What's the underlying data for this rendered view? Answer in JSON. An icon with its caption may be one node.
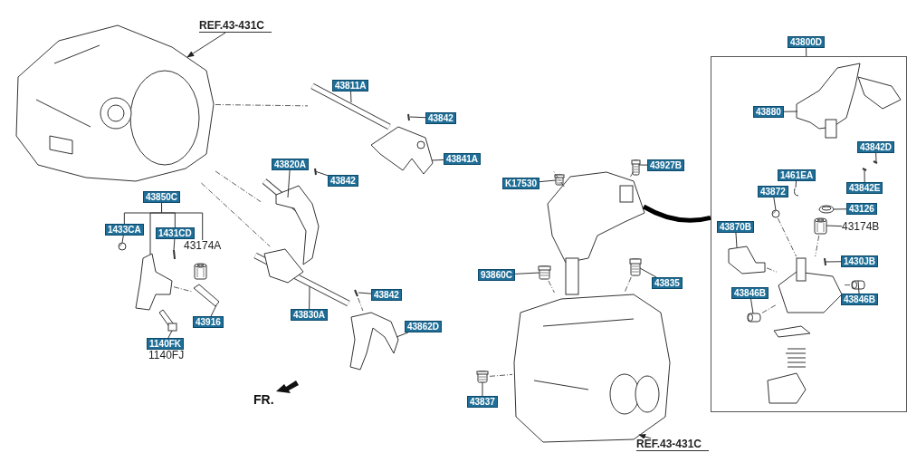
{
  "diagram": {
    "nodes": [
      {
        "text": [
          "REF.43-431C"
        ]
      },
      {
        "text": [
          "43811A"
        ]
      },
      {
        "text": [
          "43842"
        ]
      },
      {
        "text": [
          "43841A"
        ]
      },
      {
        "text": [
          "43820A"
        ]
      },
      {
        "text": [
          "43842"
        ]
      },
      {
        "text": [
          "43850C"
        ]
      },
      {
        "text": [
          "1433CA"
        ]
      },
      {
        "text": [
          "1431CD"
        ]
      },
      {
        "text": [
          "43174A"
        ]
      },
      {
        "text": [
          "43916"
        ]
      },
      {
        "text": [
          "1140FK"
        ]
      },
      {
        "text": [
          "1140FJ"
        ]
      },
      {
        "text": [
          "43830A"
        ]
      },
      {
        "text": [
          "43842"
        ]
      },
      {
        "text": [
          "43862D"
        ]
      },
      {
        "text": [
          "K17530"
        ]
      },
      {
        "text": [
          "43927B"
        ]
      },
      {
        "text": [
          "93860C"
        ]
      },
      {
        "text": [
          "43835"
        ]
      },
      {
        "text": [
          "43837"
        ]
      },
      {
        "text": [
          "REF.43-431C"
        ]
      },
      {
        "text": [
          "43800D"
        ]
      },
      {
        "text": [],
        "shape": "box"
      },
      {
        "text": [
          "43880"
        ],
        "in": 23
      },
      {
        "text": [
          "43842D"
        ],
        "in": 23
      },
      {
        "text": [
          "43842E"
        ],
        "in": 23
      },
      {
        "text": [
          "1461EA"
        ],
        "in": 23
      },
      {
        "text": [
          "43872"
        ],
        "in": 23
      },
      {
        "text": [
          "43126"
        ],
        "in": 23
      },
      {
        "text": [
          "43870B"
        ],
        "in": 23
      },
      {
        "text": [
          "43174B"
        ],
        "in": 23
      },
      {
        "text": [
          "1430JB"
        ],
        "in": 23
      },
      {
        "text": [
          "43846B"
        ],
        "in": 23
      },
      {
        "text": [
          "43846B"
        ],
        "in": 23
      },
      {
        "text": [],
        "shape": "picture"
      },
      {
        "text": [],
        "shape": "picture"
      },
      {
        "text": [],
        "shape": "picture"
      },
      {
        "text": [],
        "shape": "picture"
      },
      {
        "text": [],
        "shape": "picture"
      },
      {
        "text": [],
        "shape": "picture"
      },
      {
        "text": [],
        "shape": "picture"
      },
      {
        "text": [],
        "shape": "picture"
      },
      {
        "text": [],
        "shape": "picture"
      },
      {
        "text": [],
        "shape": "picture"
      },
      {
        "text": [],
        "shape": "picture"
      },
      {
        "text": [],
        "shape": "picture"
      },
      {
        "text": [],
        "shape": "picture"
      },
      {
        "text": [],
        "shape": "picture"
      },
      {
        "text": [],
        "shape": "picture"
      },
      {
        "text": [],
        "shape": "picture"
      },
      {
        "text": [],
        "shape": "picture"
      },
      {
        "text": [],
        "shape": "picture"
      },
      {
        "text": [],
        "shape": "picture"
      },
      {
        "text": [],
        "shape": "picture"
      },
      {
        "text": [],
        "shape": "picture"
      },
      {
        "text": [],
        "shape": "picture"
      },
      {
        "text": [],
        "shape": "picture",
        "in": 23
      },
      {
        "text": [],
        "shape": "picture",
        "in": 23
      },
      {
        "text": [],
        "shape": "picture",
        "in": 23
      },
      {
        "text": [],
        "shape": "picture",
        "in": 23
      },
      {
        "text": [],
        "shape": "picture",
        "in": 23
      },
      {
        "text": [],
        "shape": "picture",
        "in": 23
      },
      {
        "text": [],
        "shape": "picture",
        "in": 23
      },
      {
        "text": [],
        "shape": "picture",
        "in": 23
      },
      {
        "text": [],
        "shape": "picture",
        "in": 23
      },
      {
        "text": [],
        "shape": "picture",
        "in": 23
      },
      {
        "text": [],
        "shape": "picture",
        "in": 23
      },
      {
        "text": [],
        "shape": "picture",
        "in": 23
      },
      {
        "text": [],
        "shape": "picture",
        "in": 23
      },
      {
        "text": [],
        "shape": "picture",
        "in": 23
      },
      {
        "text": [],
        "shape": "picture",
        "in": 23
      }
    ],
    "edges": [
      {
        "from": 0,
        "to": 35,
        "arrow": "to"
      },
      {
        "from": 1,
        "to": 36,
        "arrow": "none"
      },
      {
        "from": 2,
        "to": 37,
        "arrow": "none"
      },
      {
        "from": 3,
        "to": 38,
        "arrow": "none"
      },
      {
        "from": 4,
        "to": 39,
        "arrow": "none"
      },
      {
        "from": 5,
        "to": 40,
        "arrow": "none"
      },
      {
        "from": 6,
        "to": 7,
        "arrow": "none"
      },
      {
        "from": 6,
        "to": 8,
        "arrow": "none"
      },
      {
        "from": 6,
        "to": 9,
        "arrow": "none"
      },
      {
        "from": 6,
        "to": 41,
        "arrow": "none"
      },
      {
        "from": 7,
        "to": 42,
        "arrow": "none"
      },
      {
        "from": 8,
        "to": 43,
        "arrow": "none"
      },
      {
        "from": 10,
        "to": 45,
        "arrow": "none"
      },
      {
        "from": 11,
        "to": 46,
        "arrow": "none"
      },
      {
        "from": 13,
        "to": 47,
        "arrow": "none"
      },
      {
        "from": 14,
        "to": 48,
        "arrow": "none"
      },
      {
        "from": 15,
        "to": 49,
        "arrow": "none"
      },
      {
        "from": 16,
        "to": 52,
        "arrow": "none"
      },
      {
        "from": 17,
        "to": 53,
        "arrow": "none"
      },
      {
        "from": 18,
        "to": 54,
        "arrow": "none"
      },
      {
        "from": 19,
        "to": 55,
        "arrow": "none"
      },
      {
        "from": 20,
        "to": 56,
        "arrow": "none"
      },
      {
        "from": 21,
        "to": 50,
        "arrow": "to"
      },
      {
        "from": 22,
        "to": 23,
        "arrow": "none"
      },
      {
        "from": 24,
        "to": 57,
        "arrow": "none"
      },
      {
        "from": 25,
        "to": 58,
        "arrow": "none"
      },
      {
        "from": 26,
        "to": 59,
        "arrow": "none"
      },
      {
        "from": 27,
        "to": 60,
        "arrow": "none"
      },
      {
        "from": 28,
        "to": 61,
        "arrow": "none"
      },
      {
        "from": 29,
        "to": 62,
        "arrow": "none"
      },
      {
        "from": 30,
        "to": 63,
        "arrow": "none"
      },
      {
        "from": 31,
        "to": 64,
        "arrow": "none"
      },
      {
        "from": 32,
        "to": 65,
        "arrow": "none"
      },
      {
        "from": 33,
        "to": 66,
        "arrow": "none"
      },
      {
        "from": 34,
        "to": 67,
        "arrow": "none"
      },
      {
        "from": 51,
        "to": 23,
        "arrow": "none",
        "style": "thick"
      },
      {
        "from": 35,
        "to": 36,
        "arrow": "none",
        "style": "dashed"
      },
      {
        "from": 35,
        "to": 39,
        "arrow": "none",
        "style": "dashed"
      },
      {
        "from": 35,
        "to": 47,
        "arrow": "none",
        "style": "dashed"
      },
      {
        "from": 41,
        "to": 45,
        "arrow": "none",
        "style": "dashed"
      },
      {
        "from": 48,
        "to": 49,
        "arrow": "none",
        "style": "dashed"
      },
      {
        "from": 52,
        "to": 51,
        "arrow": "none",
        "style": "dashed"
      },
      {
        "from": 53,
        "to": 51,
        "arrow": "none",
        "style": "dashed"
      },
      {
        "from": 54,
        "to": 50,
        "arrow": "none",
        "style": "dashed"
      },
      {
        "from": 55,
        "to": 50,
        "arrow": "none",
        "style": "dashed"
      },
      {
        "from": 56,
        "to": 50,
        "arrow": "none",
        "style": "dashed"
      },
      {
        "from": 61,
        "to": 68,
        "arrow": "none",
        "style": "dashed"
      },
      {
        "from": 63,
        "to": 68,
        "arrow": "none",
        "style": "dashed"
      },
      {
        "from": 64,
        "to": 68,
        "arrow": "none",
        "style": "dashed"
      },
      {
        "from": 66,
        "to": 68,
        "arrow": "none",
        "style": "dashed"
      },
      {
        "from": 67,
        "to": 68,
        "arrow": "none",
        "style": "dashed"
      }
    ],
    "labels": [
      "FR."
    ]
  }
}
